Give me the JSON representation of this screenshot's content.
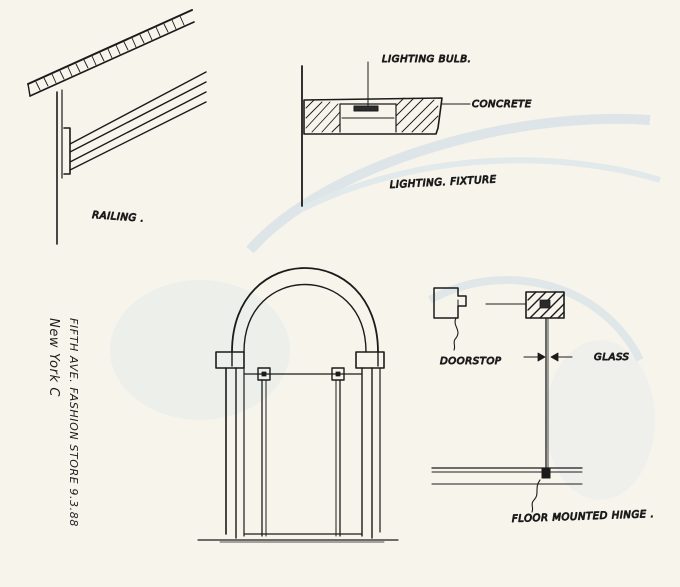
{
  "labels": {
    "railing": "RAILING .",
    "lighting_bulb": "LIGHTING BULB.",
    "concrete": "CONCRETE",
    "lighting_fixture": "LIGHTING. FIXTURE",
    "door_stop": "DOORSTOP",
    "glass": "GLASS",
    "floor_hinge": "FLOOR MOUNTED HINGE .",
    "note_line1": "FIFTH AVE. FASHION STORE 9.3.88",
    "note_line2": "New York C"
  },
  "colors": {
    "paper": "#f7f4ec",
    "ink": "#1b1b1b",
    "bleed_through": "#c8d9e6"
  }
}
